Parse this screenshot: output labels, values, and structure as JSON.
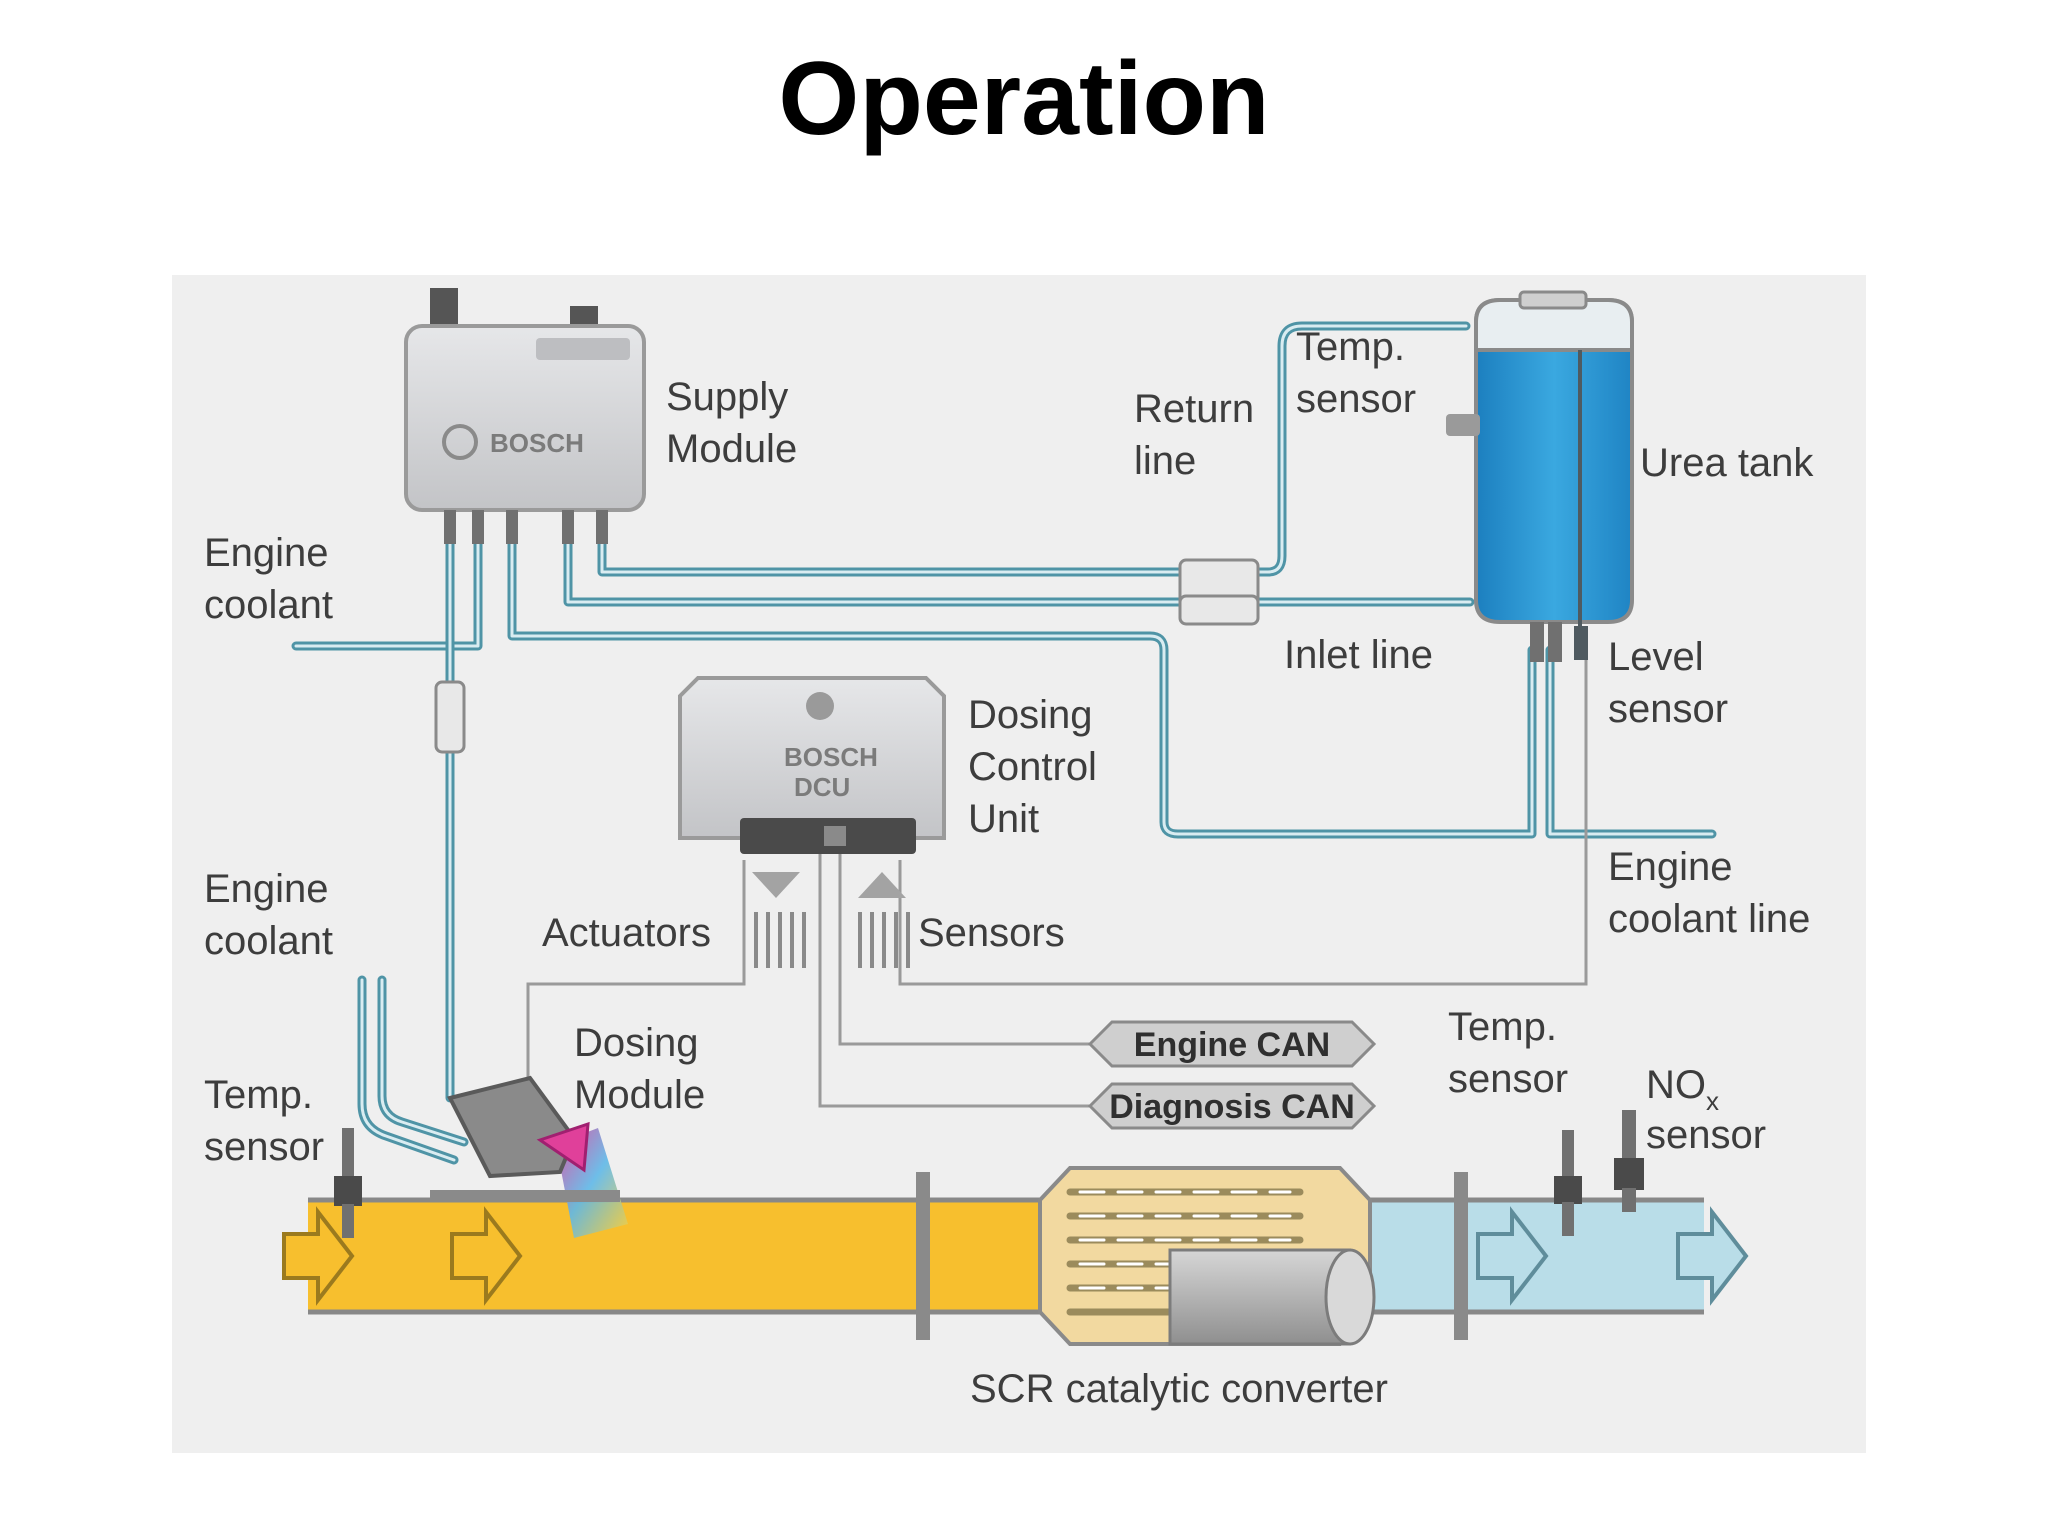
{
  "title": "Operation",
  "labels": {
    "supply_module": [
      "Supply",
      "Module"
    ],
    "bosch": "BOSCH",
    "return_line": [
      "Return",
      "line"
    ],
    "temp_sensor_tank": [
      "Temp.",
      "sensor"
    ],
    "urea_tank": "Urea tank",
    "engine_coolant_top": [
      "Engine",
      "coolant"
    ],
    "inlet_line": "Inlet line",
    "level_sensor": [
      "Level",
      "sensor"
    ],
    "dcu_brand": "BOSCH",
    "dcu_name": "DCU",
    "dosing_control_unit": [
      "Dosing",
      "Control",
      "Unit"
    ],
    "engine_coolant_line": [
      "Engine",
      "coolant line"
    ],
    "engine_coolant_left": [
      "Engine",
      "coolant"
    ],
    "actuators": "Actuators",
    "sensors": "Sensors",
    "dosing_module": [
      "Dosing",
      "Module"
    ],
    "engine_can": "Engine CAN",
    "diagnosis_can": "Diagnosis CAN",
    "temp_sensor_left": [
      "Temp.",
      "sensor"
    ],
    "temp_sensor_right": [
      "Temp.",
      "sensor"
    ],
    "nox_main": "NO",
    "nox_sub": "x",
    "nox_sensor": "sensor",
    "scr": "SCR catalytic converter"
  },
  "colors": {
    "pipe": "#4f94a6",
    "urea": "#2f9fd6",
    "exhaust_hot": "#f7bf2e",
    "exhaust_clean": "#b9dde8",
    "module_grey": "#d4d5d8",
    "background": "#efefef"
  }
}
